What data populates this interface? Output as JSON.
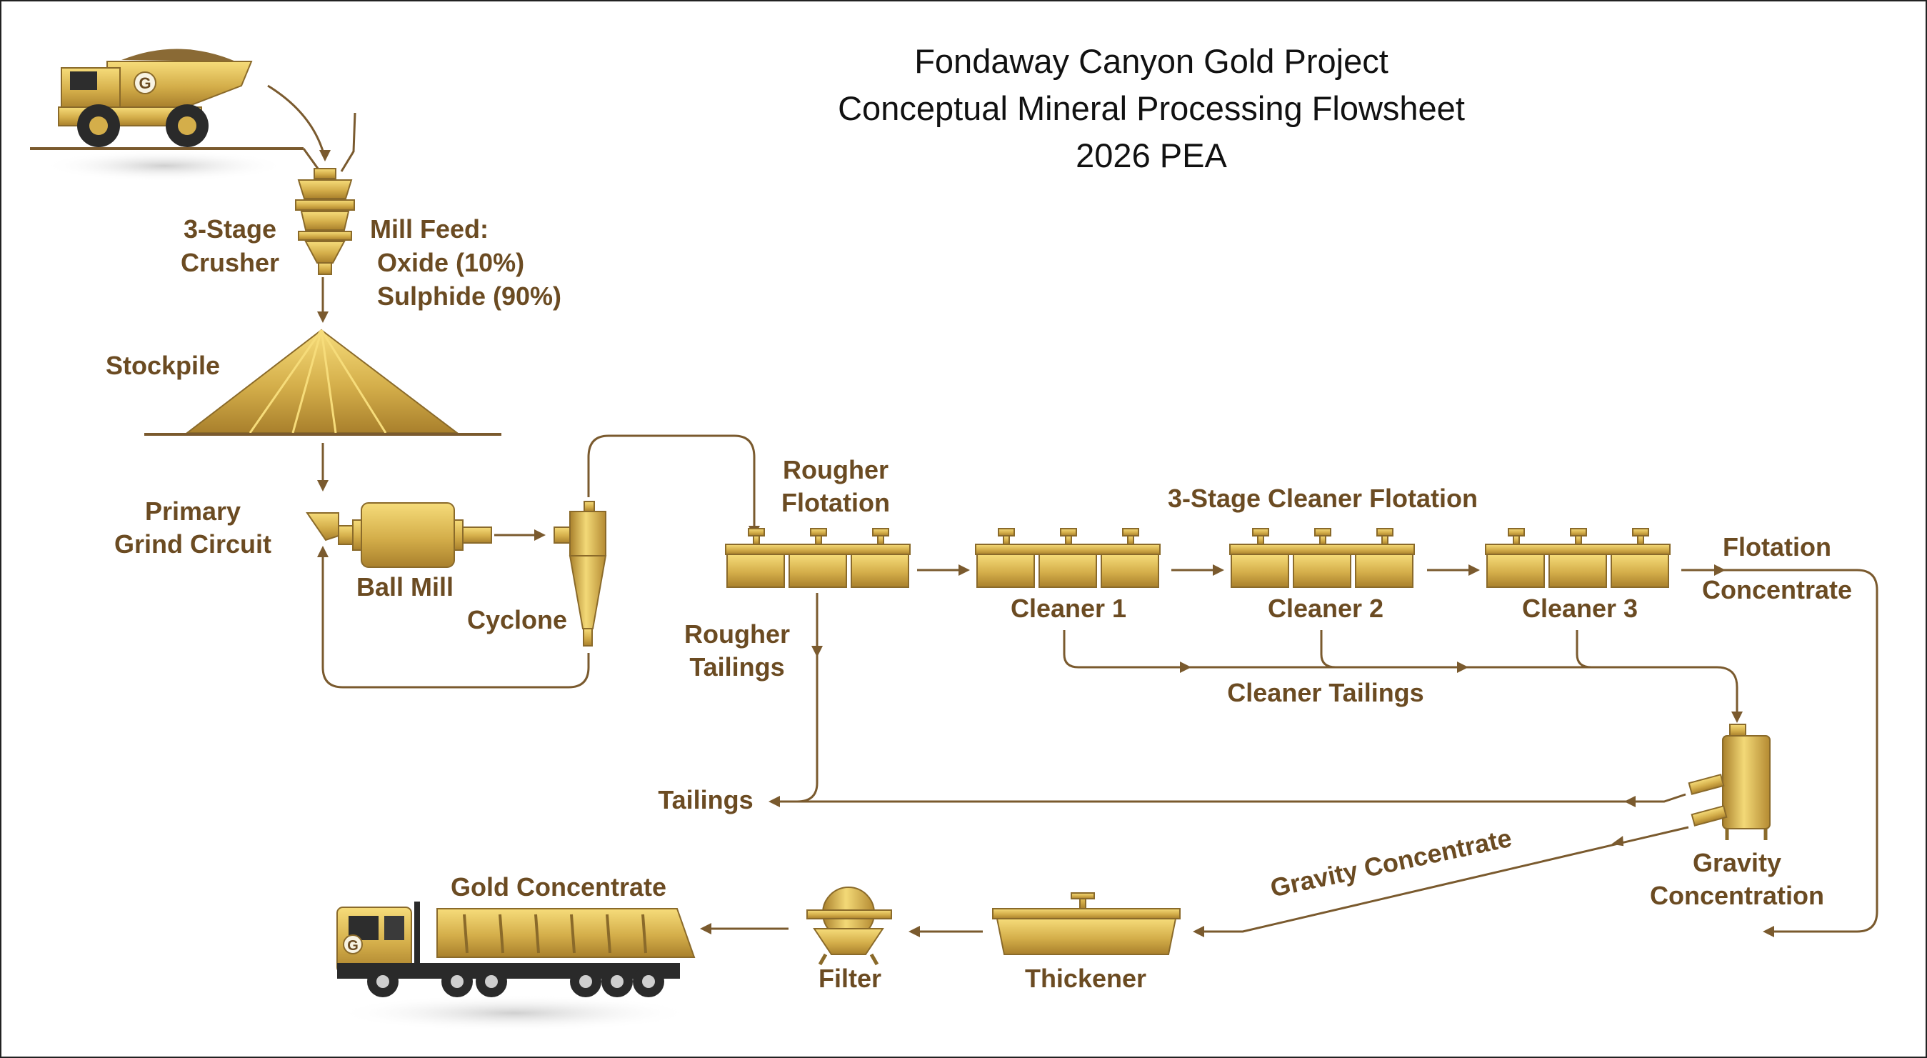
{
  "title": {
    "line1": "Fondaway Canyon Gold Project",
    "line2": "Conceptual Mineral Processing Flowsheet",
    "line3": "2026 PEA"
  },
  "labels": {
    "crusher_1": "3-Stage",
    "crusher_2": "Crusher",
    "mill_feed_1": "Mill Feed:",
    "mill_feed_2": "Oxide (10%)",
    "mill_feed_3": "Sulphide (90%)",
    "stockpile": "Stockpile",
    "grind_1": "Primary",
    "grind_2": "Grind Circuit",
    "ball_mill": "Ball Mill",
    "cyclone": "Cyclone",
    "rougher_flotation_1": "Rougher",
    "rougher_flotation_2": "Flotation",
    "cleaner_flotation": "3-Stage Cleaner Flotation",
    "cleaner_1": "Cleaner 1",
    "cleaner_2": "Cleaner 2",
    "cleaner_3": "Cleaner 3",
    "flotation_concentrate_1": "Flotation",
    "flotation_concentrate_2": "Concentrate",
    "rougher_tailings_1": "Rougher",
    "rougher_tailings_2": "Tailings",
    "cleaner_tailings": "Cleaner Tailings",
    "tailings": "Tailings",
    "gravity_concentration_1": "Gravity",
    "gravity_concentration_2": "Concentration",
    "gravity_concentrate": "Gravity Concentrate",
    "gold_concentrate": "Gold Concentrate",
    "filter": "Filter",
    "thickener": "Thickener"
  },
  "logo_letter": "G",
  "colors": {
    "text": "#6b4b22",
    "flow_line": "#7a5a2e",
    "gold_light": "#f6dc7a",
    "gold_dark": "#a9802c",
    "title": "#111111"
  }
}
